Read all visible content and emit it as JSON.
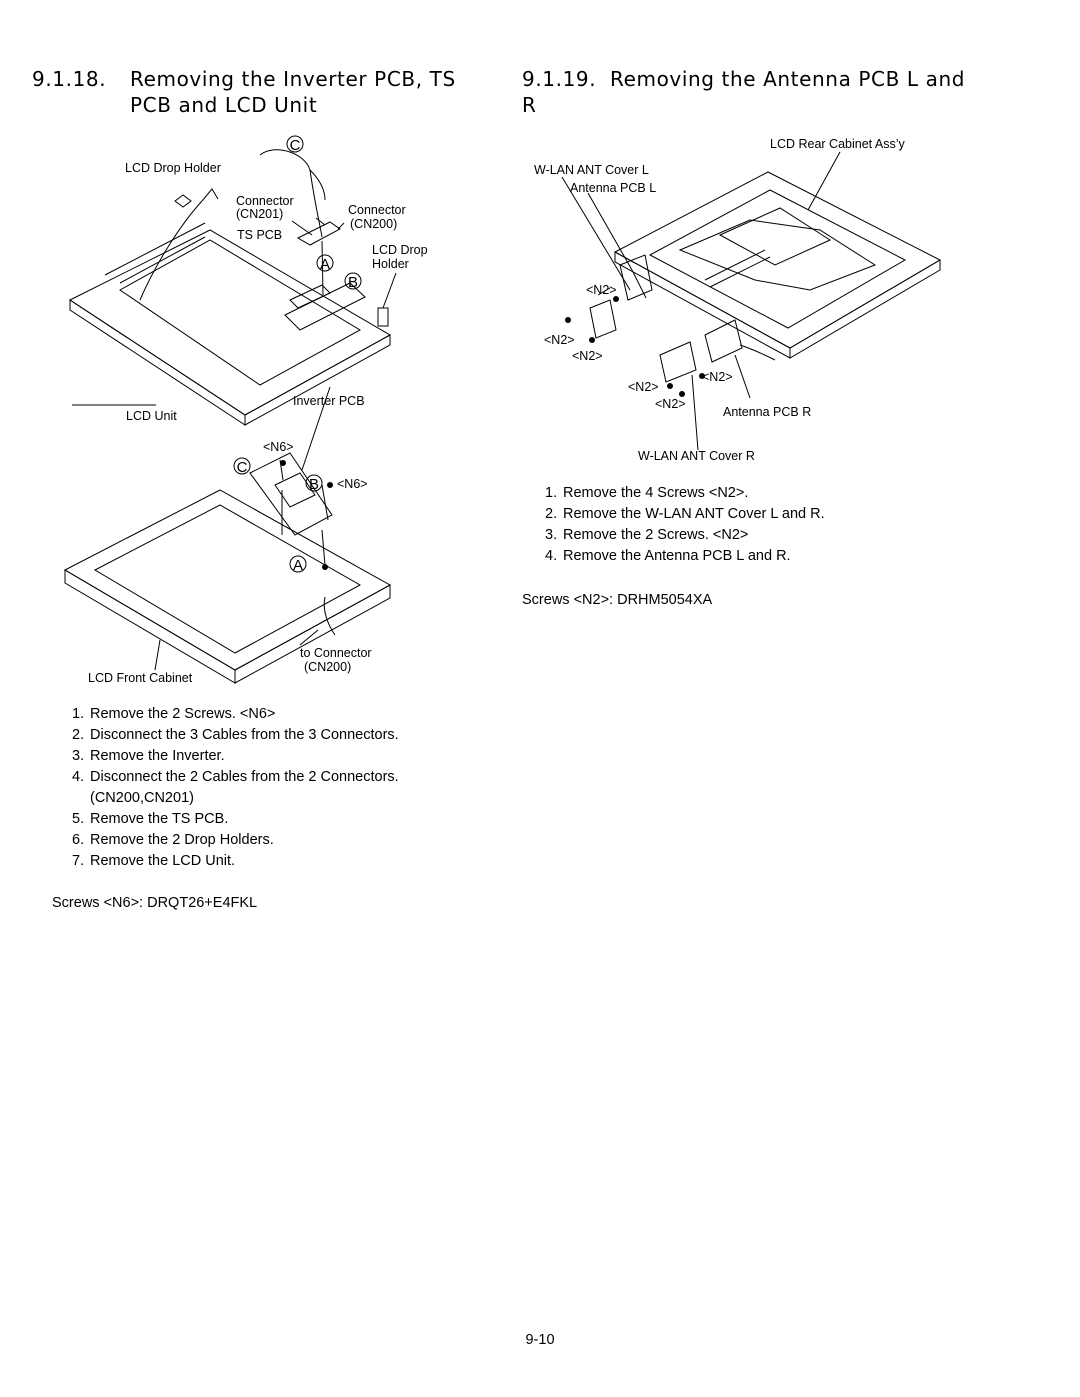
{
  "left": {
    "number": "9.1.18.",
    "title_line1": "Removing the Inverter PCB, TS",
    "title_line2": "PCB and LCD Unit",
    "labels": {
      "c_top": "C",
      "lcd_drop_holder": "LCD Drop Holder",
      "connector_cn201": "Connector",
      "cn201": "(CN201)",
      "connector_cn200": "Connector",
      "cn200": "(CN200)",
      "ts_pcb": "TS PCB",
      "lcd_drop_holder_r1": "LCD Drop",
      "lcd_drop_holder_r2": "Holder",
      "a_top": "A",
      "b_top": "B",
      "lcd_unit": "LCD Unit",
      "inverter_pcb": "Inverter PCB",
      "n6_a": "<N6>",
      "c_bottom": "C",
      "b_bottom": "B",
      "n6_b": "<N6>",
      "a_bottom": "A",
      "to_connector": "to Connector",
      "to_cn200": "(CN200)",
      "lcd_front_cabinet": "LCD Front Cabinet"
    },
    "steps": [
      {
        "n": "1.",
        "text": "Remove the 2 Screws. <N6>"
      },
      {
        "n": "2.",
        "text": "Disconnect the 3 Cables from the 3 Connectors."
      },
      {
        "n": "3.",
        "text": "Remove the Inverter."
      },
      {
        "n": "4.",
        "text": "Disconnect the 2 Cables from the 2 Connectors.",
        "text2": "(CN200,CN201)"
      },
      {
        "n": "5.",
        "text": "Remove the TS PCB."
      },
      {
        "n": "6.",
        "text": "Remove the 2 Drop Holders."
      },
      {
        "n": "7.",
        "text": "Remove the LCD Unit."
      }
    ],
    "screws": "Screws <N6>: DRQT26+E4FKL"
  },
  "right": {
    "number": "9.1.19.",
    "title_line1": "Removing the Antenna PCB L and",
    "title_line2": "R",
    "labels": {
      "rear_cabinet": "LCD Rear Cabinet Ass’y",
      "wlan_cover_l": "W-LAN ANT Cover L",
      "antenna_pcb_l": "Antenna PCB L",
      "n2_1": "<N2>",
      "n2_2": "<N2>",
      "n2_3": "<N2>",
      "n2_4": "<N2>",
      "n2_5": "<N2>",
      "n2_6": "<N2>",
      "antenna_pcb_r": "Antenna PCB R",
      "wlan_cover_r": "W-LAN ANT Cover R"
    },
    "steps": [
      {
        "n": "1.",
        "text": "Remove the 4 Screws <N2>."
      },
      {
        "n": "2.",
        "text": "Remove the W-LAN ANT Cover L and R."
      },
      {
        "n": "3.",
        "text": "Remove the 2 Screws. <N2>"
      },
      {
        "n": "4.",
        "text": "Remove the Antenna PCB L and R."
      }
    ],
    "screws": "Screws <N2>: DRHM5054XA"
  },
  "page_number": "9-10"
}
